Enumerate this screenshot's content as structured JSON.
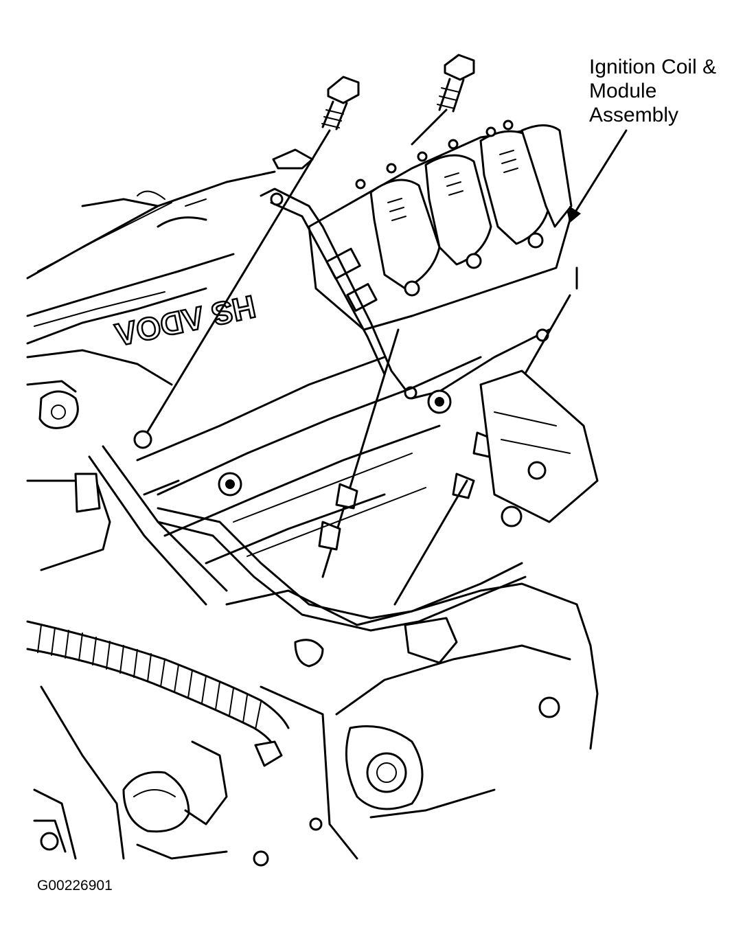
{
  "callout": {
    "lines": [
      "Ignition Coil &",
      "Module",
      "Assembly"
    ]
  },
  "figure_id": "G00226901",
  "engine_marking": "HS ΛDOΛ"
}
